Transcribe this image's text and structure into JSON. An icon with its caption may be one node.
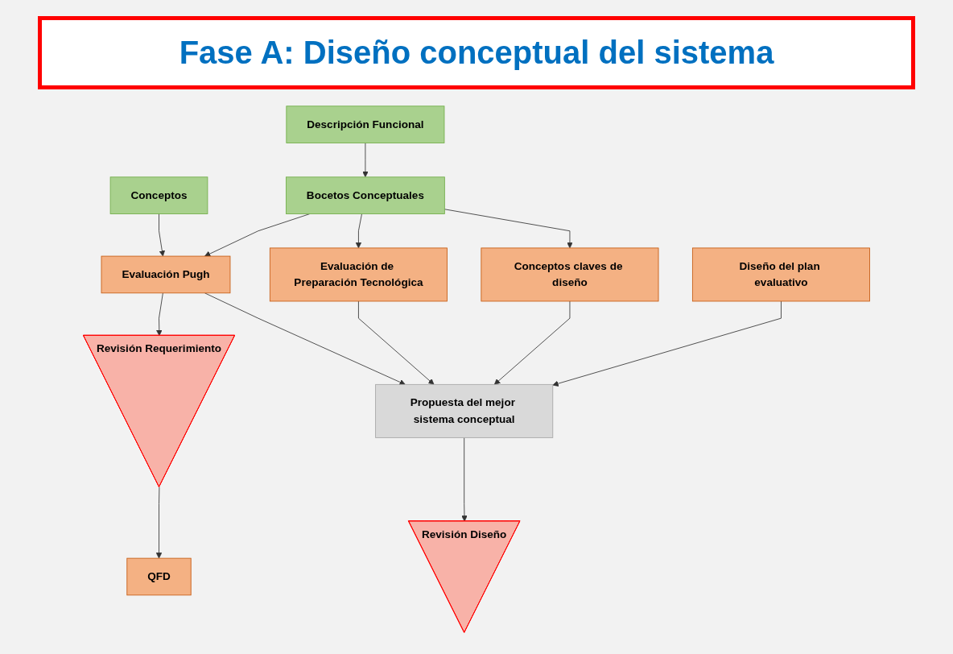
{
  "diagram": {
    "title": "Fase A: Diseño conceptual del sistema",
    "nodes": [
      {
        "text": [
          "Conceptos"
        ]
      },
      {
        "text": [
          "Descripción Funcional"
        ]
      },
      {
        "text": [
          "Bocetos Conceptuales"
        ]
      },
      {
        "text": [
          "Conceptos claves de diseño"
        ]
      },
      {
        "text": [
          "Evaluación de Preparación Tecnológica"
        ]
      },
      {
        "text": [
          "Evaluación Pugh"
        ]
      },
      {
        "text": [
          "QFD"
        ]
      },
      {
        "text": [
          "Revisión Requerimiento"
        ]
      },
      {
        "text": [
          "Diseño del plan evaluativo"
        ]
      },
      {
        "text": [
          "Propuesta del mejor sistema conceptual"
        ]
      },
      {
        "text": [
          "Revisión Diseño"
        ]
      }
    ],
    "edges": [
      {
        "from": 1,
        "to": 2,
        "arrow": "to"
      },
      {
        "from": 0,
        "to": 5,
        "arrow": "to"
      },
      {
        "from": 2,
        "to": 3,
        "arrow": "to"
      },
      {
        "from": 2,
        "to": 4,
        "arrow": "to"
      },
      {
        "from": 2,
        "to": 5,
        "arrow": "to"
      },
      {
        "from": 3,
        "to": 9,
        "arrow": "to"
      },
      {
        "from": 4,
        "to": 9,
        "arrow": "to"
      },
      {
        "from": 5,
        "to": 9,
        "arrow": "to"
      },
      {
        "from": 5,
        "to": 7,
        "arrow": "to"
      },
      {
        "from": 7,
        "to": 6,
        "arrow": "to"
      },
      {
        "from": 8,
        "to": 9,
        "arrow": "to"
      },
      {
        "from": 9,
        "to": 10,
        "arrow": "to"
      }
    ]
  }
}
